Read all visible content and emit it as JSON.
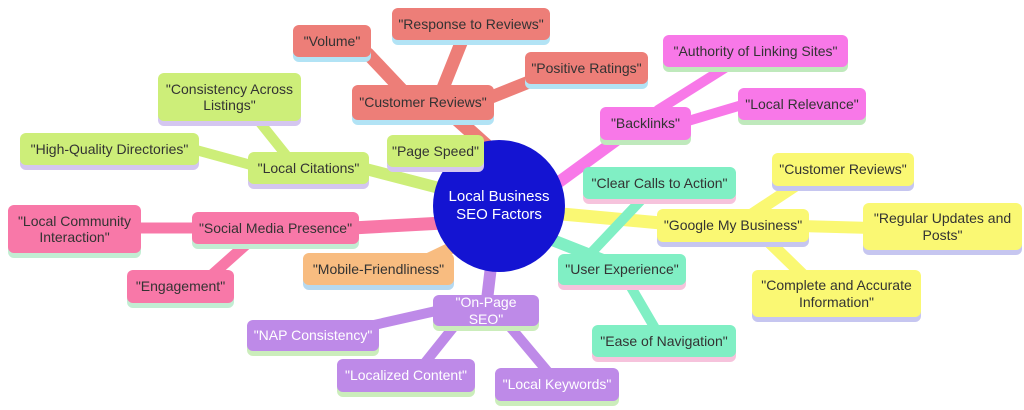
{
  "diagram": {
    "type": "mindmap",
    "center": {
      "label": "Local Business SEO Factors",
      "fill_color": "#1414D2",
      "text_color": "#FFFFFF"
    },
    "branches": [
      {
        "id": "customer-reviews",
        "label": "\"Customer Reviews\"",
        "color": "#ED7E78",
        "children": [
          {
            "label": "\"Volume\""
          },
          {
            "label": "\"Response to Reviews\""
          },
          {
            "label": "\"Positive Ratings\""
          }
        ]
      },
      {
        "id": "backlinks",
        "label": "\"Backlinks\"",
        "color": "#F878E8",
        "children": [
          {
            "label": "\"Authority of Linking Sites\""
          },
          {
            "label": "\"Local Relevance\""
          }
        ]
      },
      {
        "id": "local-citations",
        "label": "\"Local Citations\"",
        "color": "#CDEE79",
        "children": [
          {
            "label": "\"Consistency Across Listings\""
          },
          {
            "label": "\"High-Quality Directories\""
          }
        ]
      },
      {
        "id": "page-speed",
        "label": "\"Page Speed\"",
        "color": "#CDEE79",
        "children": []
      },
      {
        "id": "google-my-business",
        "label": "\"Google My Business\"",
        "color": "#FAF873",
        "children": [
          {
            "label": "\"Customer Reviews\""
          },
          {
            "label": "\"Regular Updates and Posts\""
          },
          {
            "label": "\"Complete and Accurate Information\""
          }
        ]
      },
      {
        "id": "user-experience",
        "label": "\"User Experience\"",
        "color": "#80EFC4",
        "children": [
          {
            "label": "\"Clear Calls to Action\""
          },
          {
            "label": "\"Ease of Navigation\""
          }
        ]
      },
      {
        "id": "social-media-presence",
        "label": "\"Social Media Presence\"",
        "color": "#F878A8",
        "children": [
          {
            "label": "\"Local Community Interaction\""
          },
          {
            "label": "\"Engagement\""
          }
        ]
      },
      {
        "id": "mobile-friendliness",
        "label": "\"Mobile-Friendliness\"",
        "color": "#F8BC80",
        "children": []
      },
      {
        "id": "on-page-seo",
        "label": "\"On-Page SEO\"",
        "color": "#BE8AE8",
        "children": [
          {
            "label": "\"NAP Consistency\""
          },
          {
            "label": "\"Localized Content\""
          },
          {
            "label": "\"Local Keywords\""
          }
        ]
      }
    ],
    "shadow_palette": {
      "salmon_shadow": "#B2E3F5",
      "magenta_shadow": "#BFE9BC",
      "green_shadow": "#D4C6F0",
      "yellow_shadow": "#C6C6F0",
      "mint_shadow": "#F6C3DC",
      "pink_shadow": "#C2EDD3",
      "orange_shadow": "#B6D9F0",
      "purple_shadow": "#CBEDBB"
    }
  }
}
